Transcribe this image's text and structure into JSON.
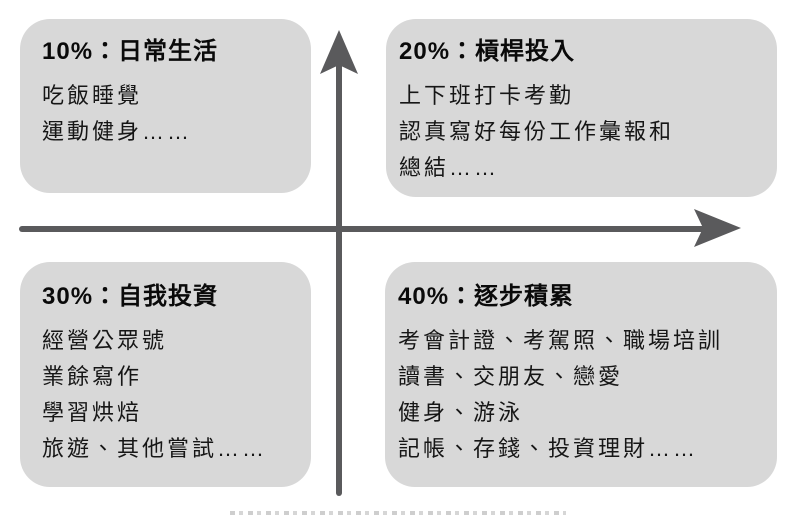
{
  "diagram": {
    "type": "quadrant-matrix",
    "colors": {
      "box_background": "#d8d8d8",
      "axis": "#5a5a5c",
      "heading_text": "#0a0a0a",
      "body_text": "#161616"
    },
    "axes": {
      "vertical_arrow_direction": "up",
      "horizontal_arrow_direction": "right"
    }
  },
  "quadrants": [
    {
      "position": "top-left",
      "heading": "10%：日常生活",
      "lines": [
        "吃飯睡覺",
        "運動健身……"
      ]
    },
    {
      "position": "top-right",
      "heading": "20%：槓桿投入",
      "lines": [
        "上下班打卡考勤",
        "認真寫好每份工作彙報和",
        "總結……"
      ]
    },
    {
      "position": "bottom-left",
      "heading": "30%：自我投資",
      "lines": [
        "經營公眾號",
        "業餘寫作",
        "學習烘焙",
        "旅遊、其他嘗試……"
      ]
    },
    {
      "position": "bottom-right",
      "heading": "40%：逐步積累",
      "lines": [
        "考會計證、考駕照、職場培訓",
        "讀書、交朋友、戀愛",
        "健身、游泳",
        "記帳、存錢、投資理財……"
      ]
    }
  ]
}
